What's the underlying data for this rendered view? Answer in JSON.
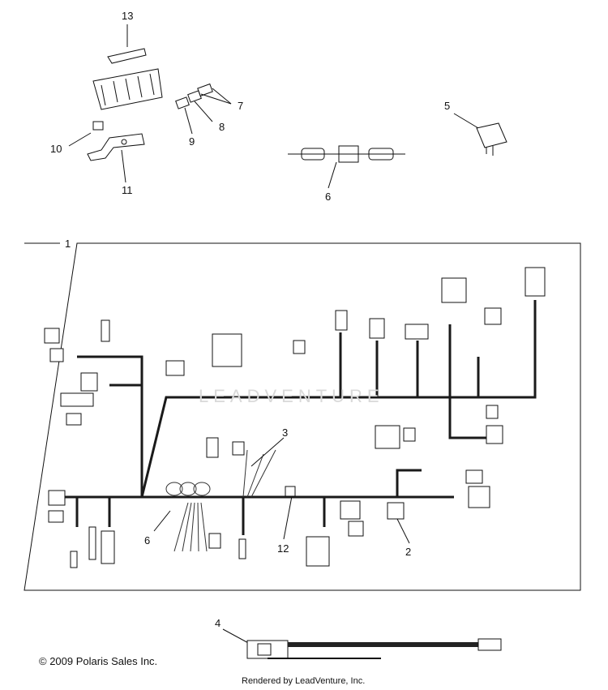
{
  "callouts": {
    "c1": "1",
    "c2": "2",
    "c3": "3",
    "c4": "4",
    "c5": "5",
    "c6a": "6",
    "c6b": "6",
    "c7": "7",
    "c8": "8",
    "c9": "9",
    "c10": "10",
    "c11": "11",
    "c12": "12",
    "c13": "13"
  },
  "footer": {
    "copyright": "© 2009 Polaris Sales Inc.",
    "rendered": "Rendered by LeadVenture, Inc."
  },
  "watermark": "LEADVENTURE",
  "colors": {
    "line": "#111111",
    "wire": "#1a1a1a",
    "box": "#555555",
    "watermark": "#d9d9d9"
  }
}
